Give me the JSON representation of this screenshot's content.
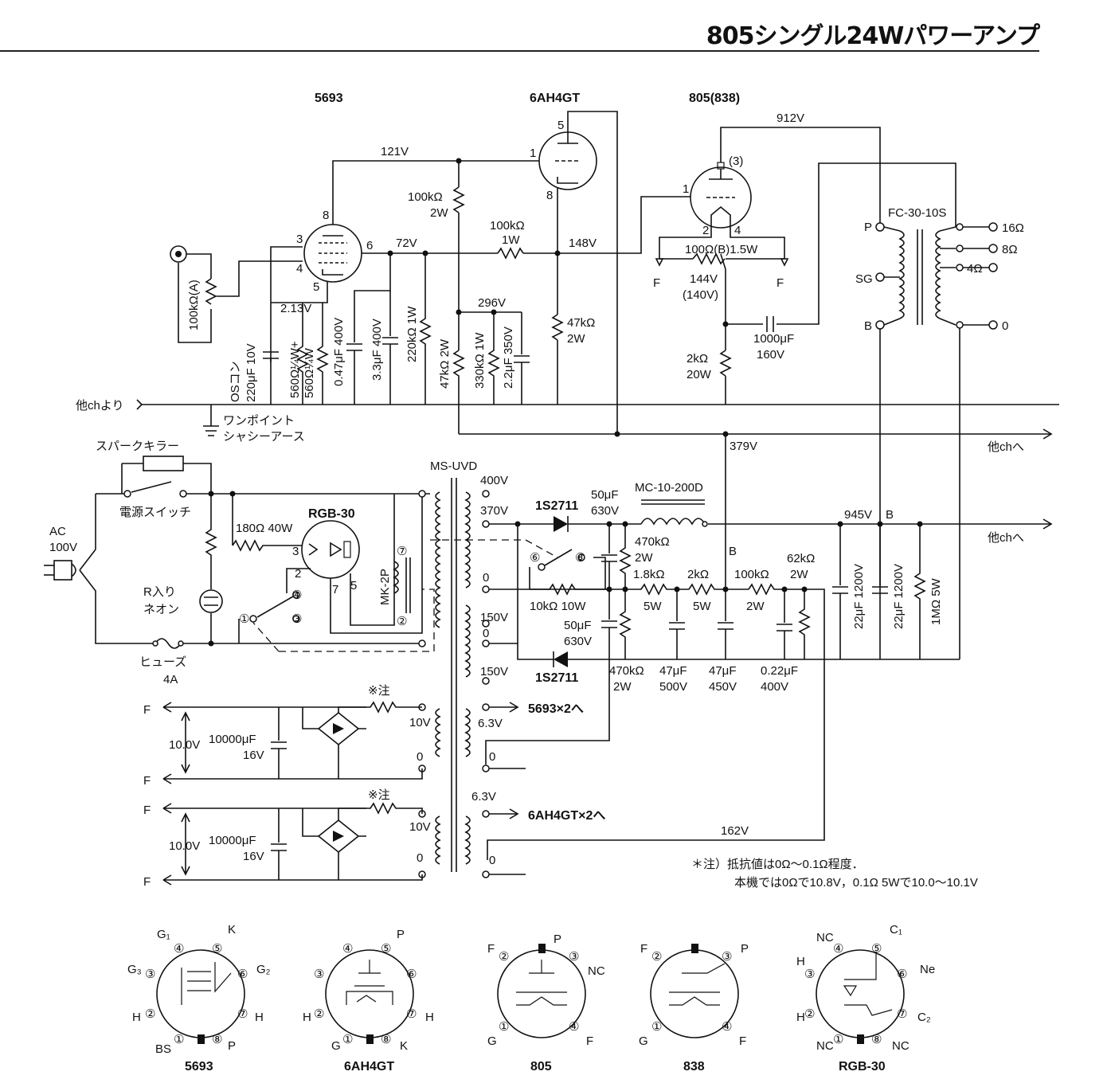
{
  "title": "805シングル24Wパワーアンプ",
  "tubes": {
    "v1": "5693",
    "v2": "6AH4GT",
    "v3": "805(838)",
    "rect": "RGB-30"
  },
  "voltages": {
    "v121": "121V",
    "v72": "72V",
    "v148": "148V",
    "v912": "912V",
    "v213": "2.13V",
    "v296": "296V",
    "v144": "144V",
    "v140": "(140V)",
    "v379": "379V",
    "v945": "945V",
    "v162": "162V"
  },
  "components": {
    "vr_a": "100kΩ(A)",
    "c_os": [
      "OSコン",
      "220μF 10V"
    ],
    "r_k1": "560Ω¼W+",
    "r_k2": "560Ω¼W",
    "c1": "0.47μF 400V",
    "c2": "3.3μF 400V",
    "r220": "220kΩ 1W",
    "r100_2w": [
      "100kΩ",
      "2W"
    ],
    "r100_1w": [
      "100kΩ",
      "1W"
    ],
    "r47_2w_v": "47kΩ 2W",
    "r330": "330kΩ 1W",
    "c22": "2.2μF 350V",
    "r47k": [
      "47kΩ",
      "2W"
    ],
    "vr_b": "100Ω(B)1.5W",
    "r2k": [
      "2kΩ",
      "20W"
    ],
    "c1000": [
      "1000μF",
      "160V"
    ],
    "f1": "F",
    "f1_sub": "1",
    "f1p": "F",
    "opt": "FC-30-10S",
    "opt_p": "P",
    "opt_sg": "SG",
    "opt_b": "B",
    "out16": "16Ω",
    "out8": "8Ω",
    "out4": "4Ω",
    "out0": "0"
  },
  "ground": {
    "from_other": "他chより",
    "one_point": "ワンポイント",
    "chassis": "シャシーアース",
    "to_other": "他chへ",
    "to_other2": "他chへ"
  },
  "power": {
    "spark_killer": "スパークキラー",
    "switch": "電源スイッチ",
    "ac": "AC",
    "ac_v": "100V",
    "neon": [
      "R入り",
      "ネオン"
    ],
    "fuse": [
      "ヒューズ",
      "4A"
    ],
    "r180": "180Ω 40W",
    "relay": "MK-2P",
    "pt": "MS-UVD",
    "taps": [
      "400V",
      "370V",
      "0",
      "150V",
      "0",
      "150V",
      "10V",
      "0",
      "6.3V",
      "0",
      "6.3V",
      "10V",
      "0",
      "0"
    ],
    "diode": "1S2711",
    "diode2": "1S2711",
    "c50a": [
      "50μF",
      "630V"
    ],
    "c50b": [
      "50μF",
      "630V"
    ],
    "choke": "MC-10-200D",
    "r470a": [
      "470kΩ",
      "2W"
    ],
    "r470b": [
      "470kΩ",
      "2W"
    ],
    "r10k": "10kΩ 10W",
    "r18k": [
      "1.8kΩ",
      "5W"
    ],
    "r2k5": [
      "2kΩ",
      "5W"
    ],
    "r100k2": [
      "100kΩ",
      "2W"
    ],
    "r62k": [
      "62kΩ",
      "2W"
    ],
    "c47a": [
      "47μF",
      "500V"
    ],
    "c47b": [
      "47μF",
      "450V"
    ],
    "c022": [
      "0.22μF",
      "400V"
    ],
    "c22a": "22μF 1200V",
    "c22b": "22μF 1200V",
    "r1m": "1MΩ 5W",
    "b1": "B",
    "b2": "B",
    "heat1": "5693×2へ",
    "heat2": "6AH4GT×2へ",
    "f_labels": [
      "F",
      "F",
      "F",
      "F"
    ],
    "v10": "10.0V",
    "c10000": [
      "10000μF",
      "16V"
    ],
    "note_mark": "※注"
  },
  "note": {
    "line1": "＊注）抵抗値は0Ω〜0.1Ω程度．",
    "line2": "本機では0Ωで10.8V，0.1Ω 5Wで10.0〜10.1V"
  },
  "pinouts": [
    {
      "name": "5693",
      "labels": [
        "G₁",
        "K",
        "G₃",
        "G₂",
        "H",
        "H",
        "BS",
        "P"
      ]
    },
    {
      "name": "6AH4GT",
      "labels": [
        "P",
        "H",
        "H",
        "G",
        "K"
      ]
    },
    {
      "name": "805",
      "labels": [
        "F",
        "P",
        "NC",
        "G",
        "F"
      ]
    },
    {
      "name": "838",
      "labels": [
        "F",
        "P",
        "G",
        "F"
      ]
    },
    {
      "name": "RGB-30",
      "labels": [
        "NC",
        "C₁",
        "H",
        "Ne",
        "H",
        "C₂",
        "NC",
        "NC"
      ]
    }
  ]
}
